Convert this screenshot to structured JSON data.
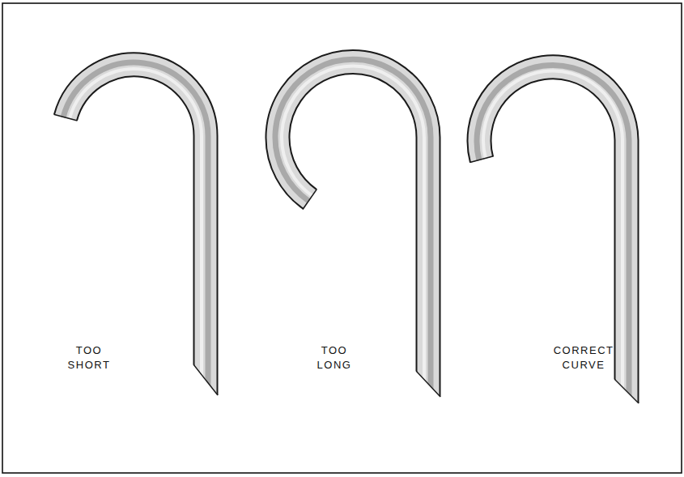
{
  "diagram": {
    "labels": [
      "TOO SHORT",
      "TOO LONG",
      "CORRECT CURVE"
    ]
  }
}
